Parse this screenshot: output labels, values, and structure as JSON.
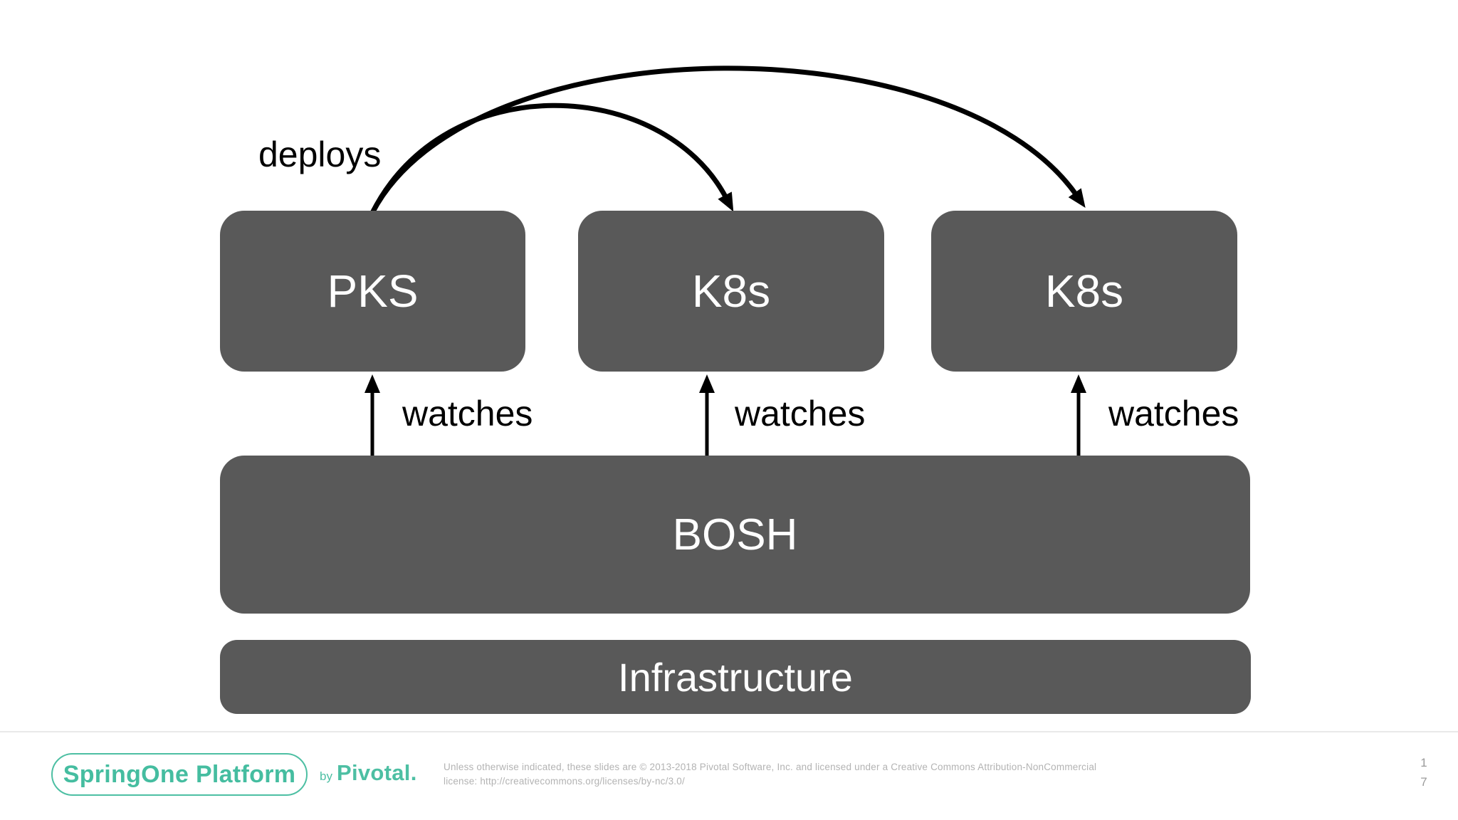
{
  "slide": {
    "background_color": "#ffffff"
  },
  "diagram": {
    "boxes": [
      {
        "id": "pks",
        "label": "PKS"
      },
      {
        "id": "k8s-middle",
        "label": "K8s"
      },
      {
        "id": "k8s-right",
        "label": "K8s"
      },
      {
        "id": "bosh",
        "label": "BOSH"
      },
      {
        "id": "infrastructure",
        "label": "Infrastructure"
      }
    ],
    "edge_labels": {
      "deploys": "deploys",
      "watches": [
        "watches",
        "watches",
        "watches"
      ]
    },
    "edges": [
      {
        "from": "PKS",
        "to": "K8s (middle)",
        "label": "deploys",
        "style": "curved-arc"
      },
      {
        "from": "PKS",
        "to": "K8s (right)",
        "label": "deploys",
        "style": "curved-arc"
      },
      {
        "from": "BOSH",
        "to": "PKS",
        "label": "watches",
        "style": "straight-up"
      },
      {
        "from": "BOSH",
        "to": "K8s (middle)",
        "label": "watches",
        "style": "straight-up"
      },
      {
        "from": "BOSH",
        "to": "K8s (right)",
        "label": "watches",
        "style": "straight-up"
      }
    ],
    "colors": {
      "box_fill": "#595959",
      "box_text": "#ffffff",
      "arrow": "#000000",
      "label_text": "#000000"
    }
  },
  "footer": {
    "logo_text": "SpringOne Platform",
    "byline_prefix": "by",
    "byline_brand": "Pivotal.",
    "license_lines": [
      "Unless otherwise indicated, these slides are © 2013-2018 Pivotal Software, Inc. and licensed under a Creative Commons Attribution-NonCommercial",
      "license: http://creativecommons.org/licenses/by-nc/3.0/"
    ],
    "page_number_lines": [
      "1",
      "7"
    ],
    "colors": {
      "brand_teal": "#4dbfa3",
      "license_text": "#b3b3b3",
      "page_number": "#9a9a9a",
      "divider": "#e9e9e9"
    }
  }
}
